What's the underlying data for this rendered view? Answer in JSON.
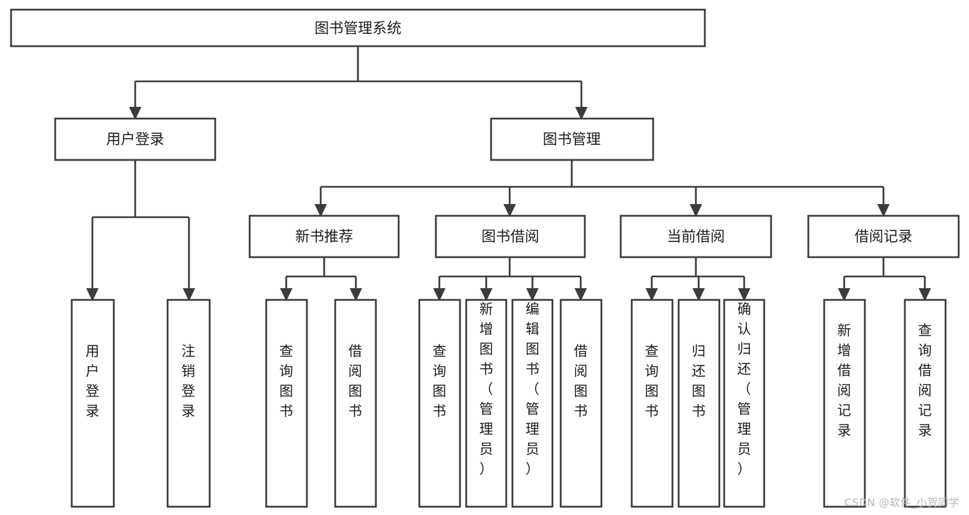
{
  "diagram": {
    "title": "图书管理系统",
    "type": "tree-hierarchy",
    "watermark": "CSDN @软件_小贺同学",
    "colors": {
      "box_stroke": "#3b3b3b",
      "box_fill": "#ffffff",
      "text": "#1c1c1c",
      "background": "#ffffff",
      "watermark": "#b7b7b7"
    },
    "root": {
      "label": "图书管理系统"
    },
    "level2": [
      {
        "label": "用户登录"
      },
      {
        "label": "图书管理"
      }
    ],
    "level3": [
      {
        "label": "新书推荐"
      },
      {
        "label": "图书借阅"
      },
      {
        "label": "当前借阅"
      },
      {
        "label": "借阅记录"
      }
    ],
    "leaves": {
      "user_login": [
        {
          "label": "用户登录"
        },
        {
          "label": "注销登录"
        }
      ],
      "new_book_recommend": [
        {
          "label": "查询图书"
        },
        {
          "label": "借阅图书"
        }
      ],
      "book_borrow": [
        {
          "label": "查询图书"
        },
        {
          "label": "新增图书（管理员）"
        },
        {
          "label": "编辑图书（管理员）"
        },
        {
          "label": "借阅图书"
        }
      ],
      "current_borrow": [
        {
          "label": "查询图书"
        },
        {
          "label": "归还图书"
        },
        {
          "label": "确认归还（管理员）"
        }
      ],
      "borrow_record": [
        {
          "label": "新增借阅记录"
        },
        {
          "label": "查询借阅记录"
        }
      ]
    }
  }
}
